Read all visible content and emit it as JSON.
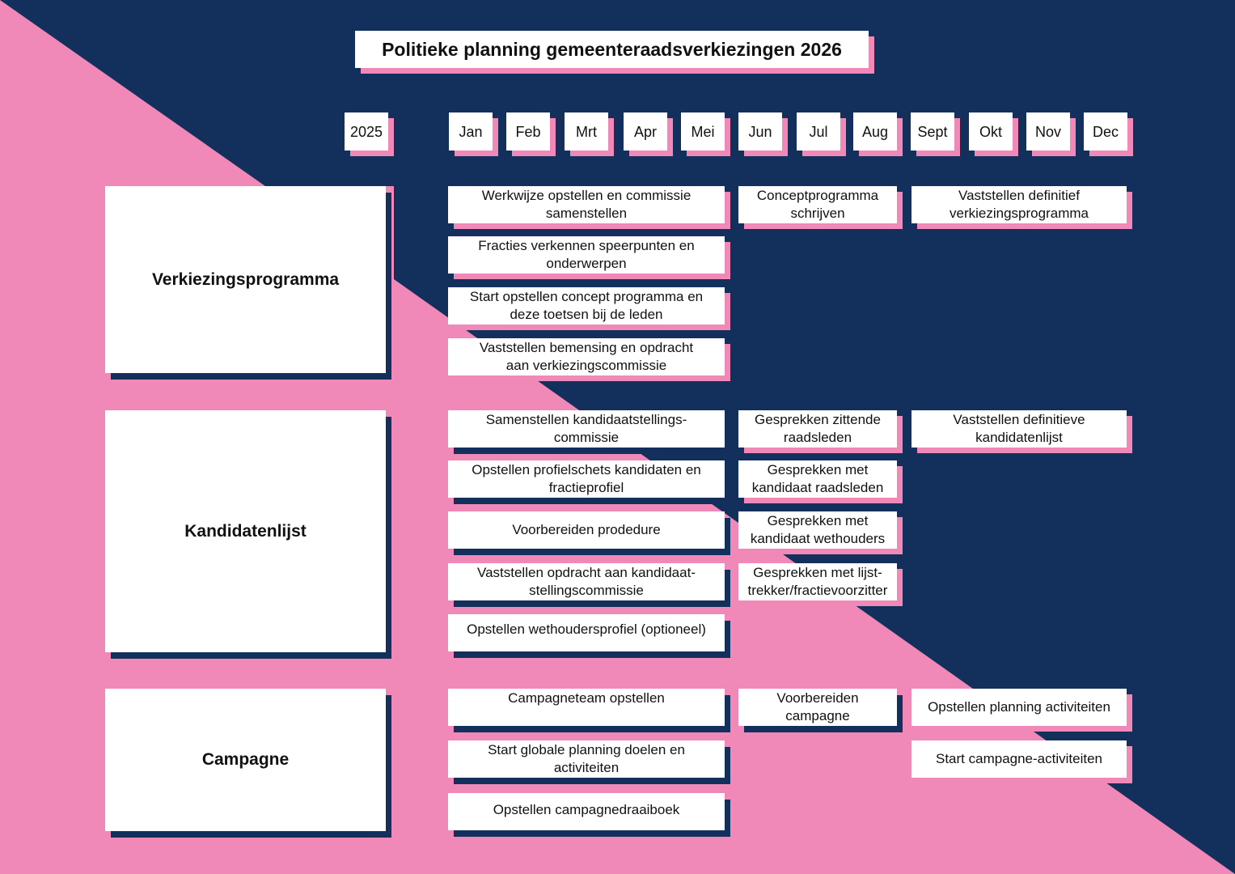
{
  "title": "Politieke planning gemeenteraadsverkiezingen 2026",
  "year_label": "2025",
  "months": [
    "Jan",
    "Feb",
    "Mrt",
    "Apr",
    "Mei",
    "Jun",
    "Jul",
    "Aug",
    "Sept",
    "Okt",
    "Nov",
    "Dec"
  ],
  "colors": {
    "navy": "#13305d",
    "pink": "#f088b8",
    "box": "#ffffff"
  },
  "categories": [
    "Verkiezingsprogramma",
    "Kandidatenlijst",
    "Campagne"
  ],
  "tasks": {
    "verkiezingsprogramma": [
      "Werkwijze opstellen en commissie\nsamenstellen",
      "Fracties verkennen speerpunten en\nonderwerpen",
      "Start opstellen concept programma en\ndeze toetsen bij de leden",
      "Vaststellen bemensing en opdracht\naan verkiezingscommissie",
      "Conceptprogramma\nschrijven",
      "Vaststellen definitief\nverkiezingsprogramma"
    ],
    "kandidatenlijst": [
      "Samenstellen kandidaatstellings-\ncommissie",
      "Opstellen profielschets kandidaten en\nfractieprofiel",
      "Voorbereiden prodedure",
      "Vaststellen opdracht aan kandidaat-\nstellingscommissie",
      "Opstellen wethoudersprofiel (optioneel)",
      "Gesprekken zittende\nraadsleden",
      "Gesprekken met\nkandidaat raadsleden",
      "Gesprekken met\nkandidaat wethouders",
      "Gesprekken met lijst-\ntrekker/fractievoorzitter",
      "Vaststellen definitieve\nkandidatenlijst"
    ],
    "campagne": [
      "Campagneteam opstellen",
      "Start globale planning doelen en\nactiviteiten",
      "Opstellen campagnedraaiboek",
      "Voorbereiden\ncampagne",
      "Opstellen planning activiteiten",
      "Start campagne-activiteiten"
    ]
  }
}
